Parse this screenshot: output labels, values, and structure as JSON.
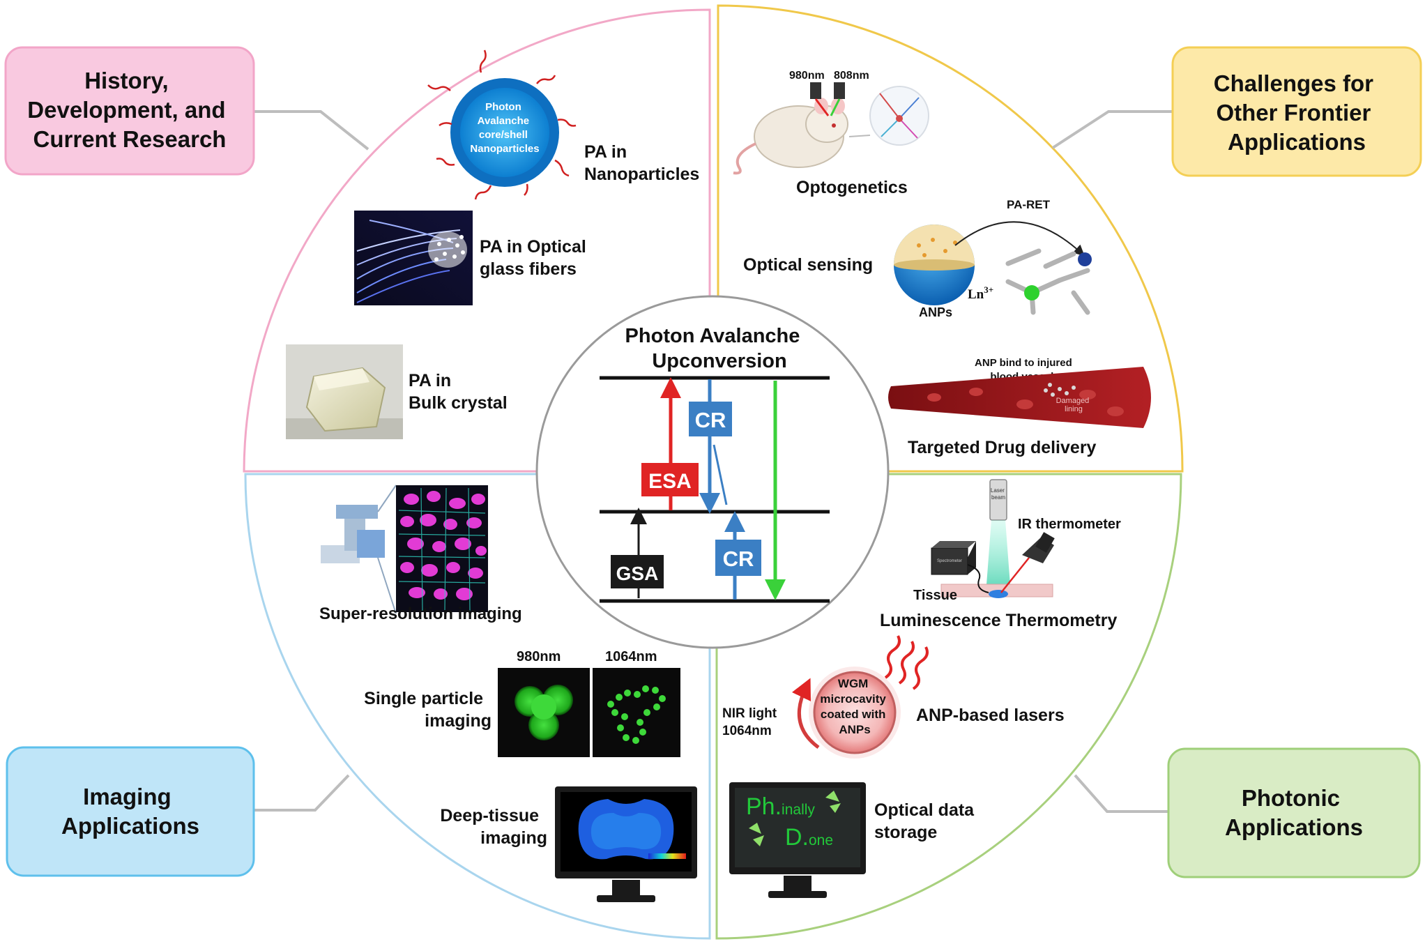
{
  "corner_boxes": {
    "history": {
      "lines": [
        "History,",
        "Development, and",
        "Current Research"
      ],
      "color": "#f9c9e0",
      "border": "#f2a5c8"
    },
    "challenges": {
      "lines": [
        "Challenges for",
        "Other Frontier",
        "Applications"
      ],
      "color": "#fde9a8",
      "border": "#f4cf55"
    },
    "imaging": {
      "lines": [
        "Imaging",
        "Applications"
      ],
      "color": "#bfe5f8",
      "border": "#5ec0ec"
    },
    "photonic": {
      "lines": [
        "Photonic",
        "Applications"
      ],
      "color": "#d9ecc5",
      "border": "#9fcf79"
    }
  },
  "quadrant_colors": {
    "top_left": "#f2a8c7",
    "top_right": "#f0c84a",
    "bottom_left": "#a9d5ee",
    "bottom_right": "#a8d07d"
  },
  "top_left": {
    "nanoparticle_core_lines": [
      "Photon",
      "Avalanche",
      "core/shell",
      "Nanoparticles"
    ],
    "nanoparticles_lines": [
      "PA in",
      "Nanoparticles"
    ],
    "fibers_lines": [
      "PA in Optical",
      "glass fibers"
    ],
    "crystal_lines": [
      "PA in",
      "Bulk crystal"
    ]
  },
  "top_right": {
    "wavelength_a": "980nm",
    "wavelength_b": "808nm",
    "optogenetics": "Optogenetics",
    "optical_sensing": "Optical sensing",
    "pa_ret": "PA-RET",
    "ln_label": "Ln",
    "ln_superscript": "3+",
    "anps": "ANPs",
    "vessel_note_lines": [
      "ANP bind to injured",
      "blood vessels"
    ],
    "damaged_lines": [
      "Damaged",
      "lining"
    ],
    "drug_delivery": "Targeted Drug delivery"
  },
  "center": {
    "title_lines": [
      "Photon Avalanche",
      "Upconversion"
    ],
    "cr_top": "CR",
    "esa": "ESA",
    "gsa": "GSA",
    "cr_bottom": "CR",
    "colors": {
      "esa": "#e02424",
      "cr": "#3b7fc4",
      "emission": "#3ad13a",
      "gsa": "#1a1a1a"
    }
  },
  "bottom_left": {
    "super_resolution": "Super-resolution imaging",
    "label_980": "980nm",
    "label_1064": "1064nm",
    "single_particle_lines": [
      "Single particle",
      "imaging"
    ],
    "deep_tissue_lines": [
      "Deep-tissue",
      "imaging"
    ]
  },
  "bottom_right": {
    "laser_beam_lines": [
      "Laser",
      "beam"
    ],
    "ir_thermometer": "IR thermometer",
    "spectrometer": "Spectrometer",
    "tissue": "Tissue",
    "thermometry": "Luminescence Thermometry",
    "wgm_lines": [
      "WGM",
      "microcavity",
      "coated with",
      "ANPs"
    ],
    "nir_lines": [
      "NIR light",
      "1064nm"
    ],
    "lasers": "ANP-based lasers",
    "storage_lines": [
      "Optical data",
      "storage"
    ],
    "screen_line1_big": "Ph.",
    "screen_line1_small": "inally",
    "screen_line2_big": "D.",
    "screen_line2_small": "one"
  }
}
